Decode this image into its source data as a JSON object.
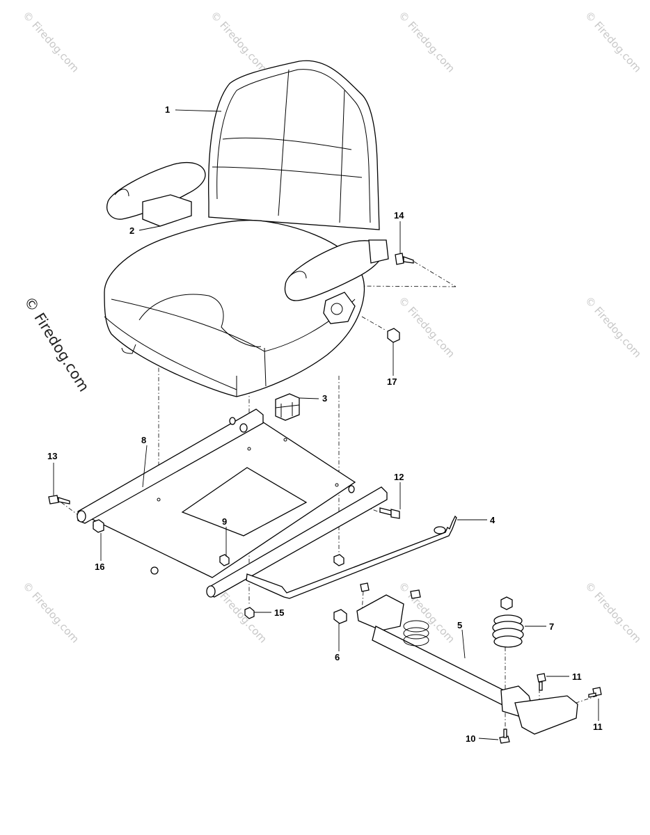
{
  "watermark": {
    "text": "© Firedog.com",
    "repeat_text": "© Firedog.com"
  },
  "callouts": [
    {
      "label": "1"
    },
    {
      "label": "2"
    },
    {
      "label": "3"
    },
    {
      "label": "4"
    },
    {
      "label": "5"
    },
    {
      "label": "6"
    },
    {
      "label": "7"
    },
    {
      "label": "8"
    },
    {
      "label": "9"
    },
    {
      "label": "10"
    },
    {
      "label": "11"
    },
    {
      "label": "11"
    },
    {
      "label": "12"
    },
    {
      "label": "13"
    },
    {
      "label": "14"
    },
    {
      "label": "15"
    },
    {
      "label": "16"
    },
    {
      "label": "17"
    }
  ]
}
